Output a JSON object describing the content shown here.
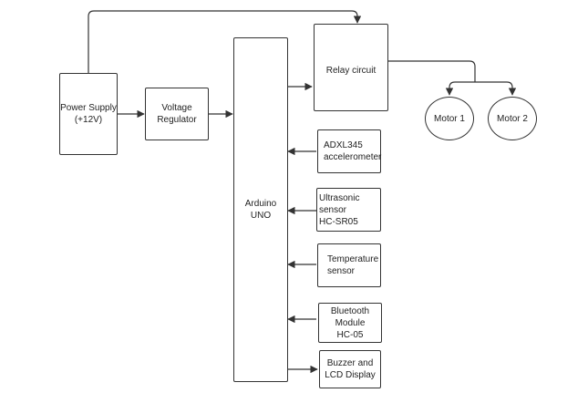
{
  "blocks": {
    "power_supply": {
      "line1": "Power Supply",
      "line2": "(+12V)"
    },
    "voltage_regulator": {
      "label": "Voltage Regulator"
    },
    "arduino": {
      "label": "Arduino UNO"
    },
    "relay": {
      "label": "Relay circuit"
    },
    "motor1": {
      "label": "Motor 1"
    },
    "motor2": {
      "label": "Motor 2"
    },
    "adxl": {
      "line1": "ADXL345",
      "line2": "accelerometer"
    },
    "ultrasonic": {
      "line1": "Ultrasonic sensor",
      "line2": "HC-SR05"
    },
    "temperature": {
      "line1": "Temperature",
      "line2": "sensor"
    },
    "bluetooth": {
      "line1": "Bluetooth Module",
      "line2": "HC-05"
    },
    "buzzer": {
      "line1": "Buzzer and",
      "line2": "LCD Display"
    }
  },
  "colors": {
    "stroke": "#333333",
    "background": "#ffffff"
  }
}
